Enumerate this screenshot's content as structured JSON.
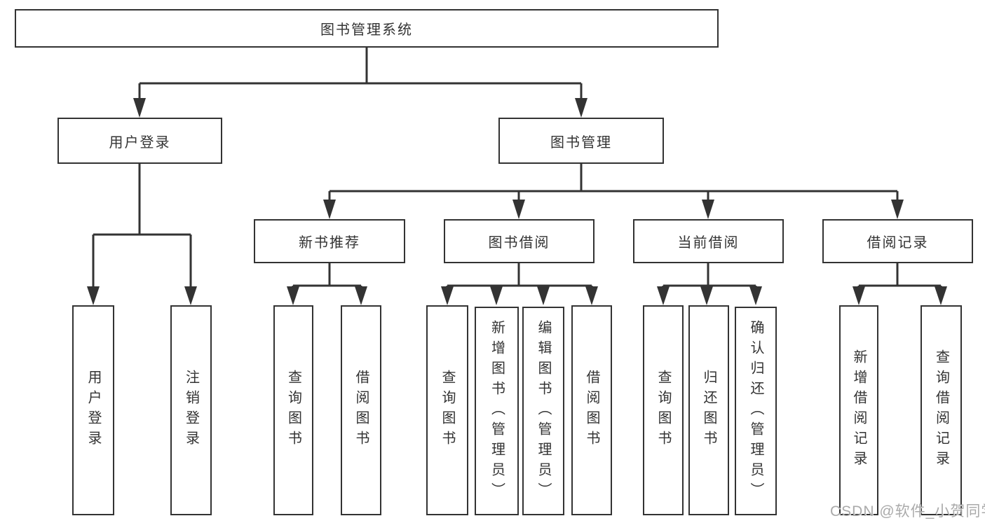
{
  "diagram": {
    "root": {
      "label": "图书管理系统"
    },
    "branches": [
      {
        "label": "用户登录",
        "children": [
          {
            "label": "用户登录"
          },
          {
            "label": "注销登录"
          }
        ]
      },
      {
        "label": "图书管理",
        "children": [
          {
            "label": "新书推荐",
            "children": [
              {
                "label": "查询图书"
              },
              {
                "label": "借阅图书"
              }
            ]
          },
          {
            "label": "图书借阅",
            "children": [
              {
                "label": "查询图书"
              },
              {
                "label": "新增图书（管理员）"
              },
              {
                "label": "编辑图书（管理员）"
              },
              {
                "label": "借阅图书"
              }
            ]
          },
          {
            "label": "当前借阅",
            "children": [
              {
                "label": "查询图书"
              },
              {
                "label": "归还图书"
              },
              {
                "label": "确认归还（管理员）"
              }
            ]
          },
          {
            "label": "借阅记录",
            "children": [
              {
                "label": "新增借阅记录"
              },
              {
                "label": "查询借阅记录"
              }
            ]
          }
        ]
      }
    ]
  },
  "watermark": {
    "text": "CSDN @软件_小贺同学"
  }
}
